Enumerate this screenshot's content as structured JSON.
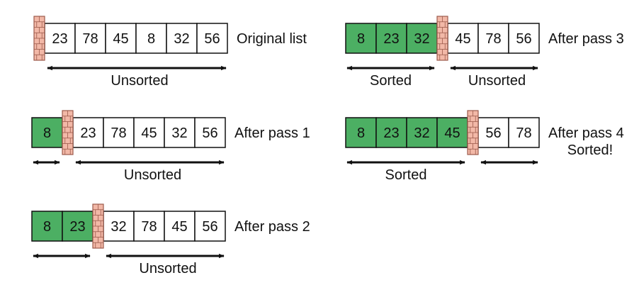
{
  "colors": {
    "sorted_fill": "#4caf63",
    "unsorted_fill": "#ffffff",
    "wall_fill": "#f2b8a7",
    "wall_line": "#9c5a4c",
    "stroke": "#111111"
  },
  "passes": [
    {
      "caption": [
        "Original list"
      ],
      "values": [
        "23",
        "78",
        "45",
        "8",
        "32",
        "56"
      ],
      "sorted_count": 0,
      "sorted_label": "",
      "unsorted_label": "Unsorted"
    },
    {
      "caption": [
        "After pass 1"
      ],
      "values": [
        "8",
        "23",
        "78",
        "45",
        "32",
        "56"
      ],
      "sorted_count": 1,
      "sorted_label": "",
      "unsorted_label": "Unsorted"
    },
    {
      "caption": [
        "After pass 2"
      ],
      "values": [
        "8",
        "23",
        "32",
        "78",
        "45",
        "56"
      ],
      "sorted_count": 2,
      "sorted_label": "",
      "unsorted_label": "Unsorted"
    },
    {
      "caption": [
        "After pass 3"
      ],
      "values": [
        "8",
        "23",
        "32",
        "45",
        "78",
        "56"
      ],
      "sorted_count": 3,
      "sorted_label": "Sorted",
      "unsorted_label": "Unsorted"
    },
    {
      "caption": [
        "After pass 4",
        "Sorted!"
      ],
      "values": [
        "8",
        "23",
        "32",
        "45",
        "56",
        "78"
      ],
      "sorted_count": 4,
      "sorted_label": "Sorted",
      "unsorted_label": ""
    }
  ]
}
